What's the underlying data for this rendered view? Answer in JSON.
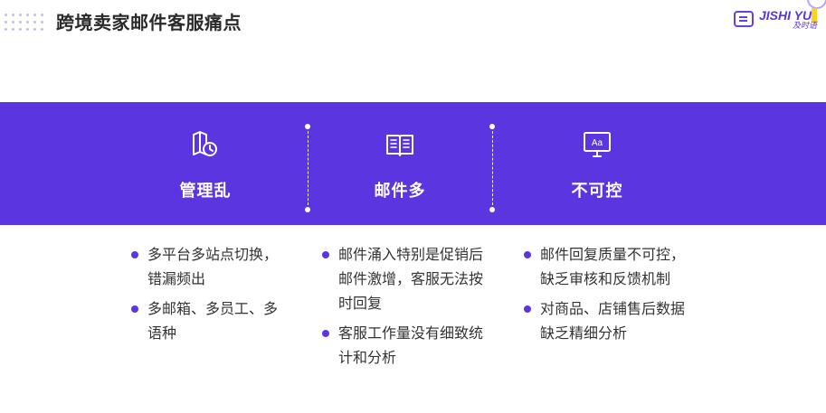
{
  "header": {
    "title": "跨境卖家邮件客服痛点"
  },
  "logo": {
    "brand_en_main": "JISHI YU",
    "brand_en_accent": "",
    "brand_cn": "及时语"
  },
  "columns": [
    {
      "label": "管理乱",
      "icon": "map-clock-icon",
      "bullets": [
        "多平台多站点切换，错漏频出",
        "多邮箱、多员工、多语种"
      ]
    },
    {
      "label": "邮件多",
      "icon": "open-book-icon",
      "bullets": [
        "邮件涌入特别是促销后邮件激增，客服无法按时回复",
        "客服工作量没有细致统计和分析"
      ]
    },
    {
      "label": "不可控",
      "icon": "monitor-aa-icon",
      "bullets": [
        "邮件回复质量不可控，缺乏审核和反馈机制",
        "对商品、店铺售后数据缺乏精细分析"
      ]
    }
  ],
  "colors": {
    "band": "#5b36e0",
    "accent_yellow": "#ffd21a"
  }
}
